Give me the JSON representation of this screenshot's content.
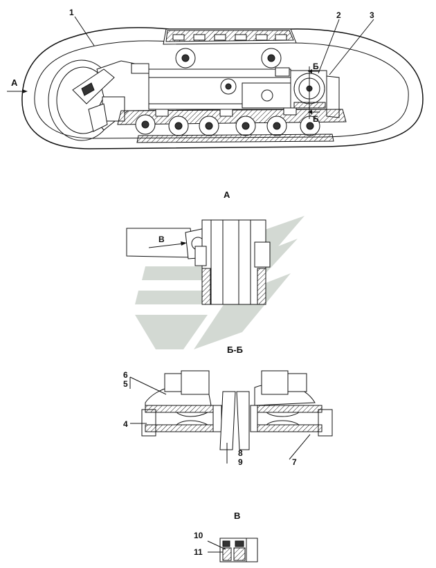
{
  "figure": {
    "view_labels": {
      "main_view_arrow": "А",
      "view_a_title": "А",
      "view_v_arrow": "В",
      "section_bb_title": "Б-Б",
      "section_mark_top": "Б",
      "section_mark_bottom": "Б",
      "view_v_title": "В"
    },
    "callouts": [
      "1",
      "2",
      "3",
      "4",
      "5",
      "6",
      "7",
      "8",
      "9",
      "10",
      "11"
    ]
  }
}
